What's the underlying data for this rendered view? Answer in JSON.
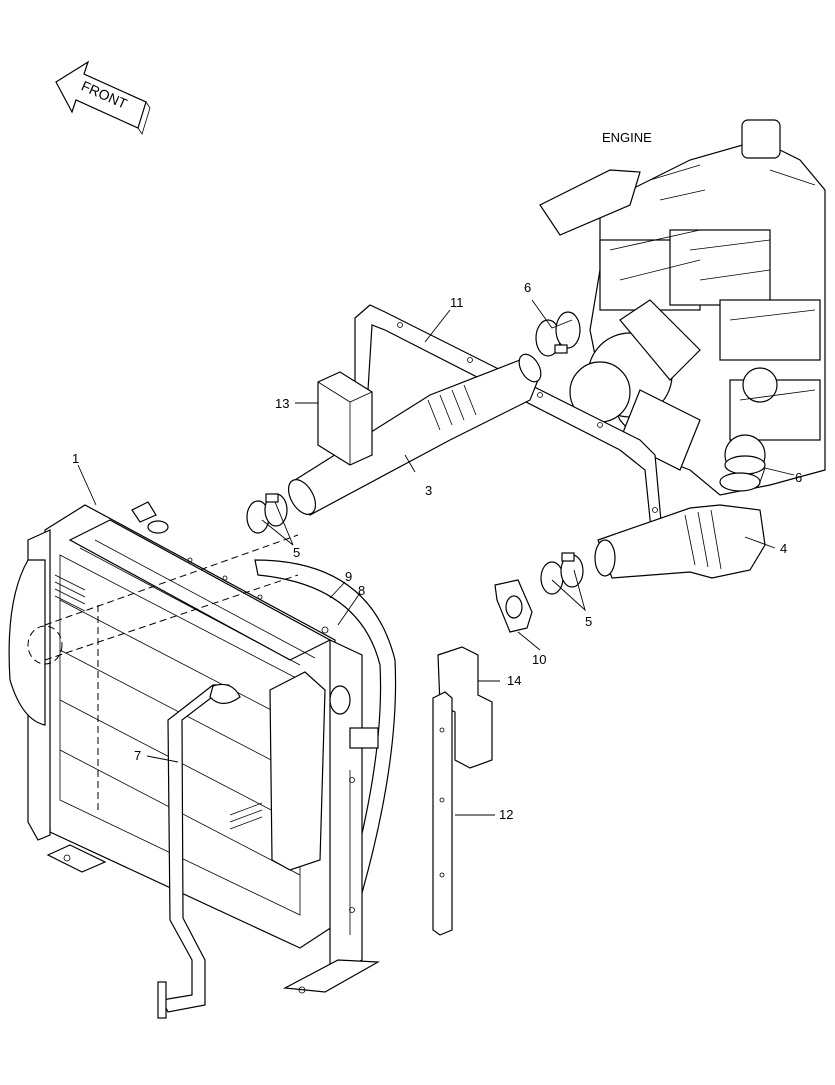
{
  "direction_arrow": {
    "label": "FRONT"
  },
  "engine_label": "ENGINE",
  "callouts": {
    "c1": "1",
    "c3": "3",
    "c4": "4",
    "c5a": "5",
    "c5b": "5",
    "c6a": "6",
    "c6b": "6",
    "c7": "7",
    "c8": "8",
    "c9": "9",
    "c10": "10",
    "c11": "11",
    "c12": "12",
    "c13": "13",
    "c14": "14"
  }
}
